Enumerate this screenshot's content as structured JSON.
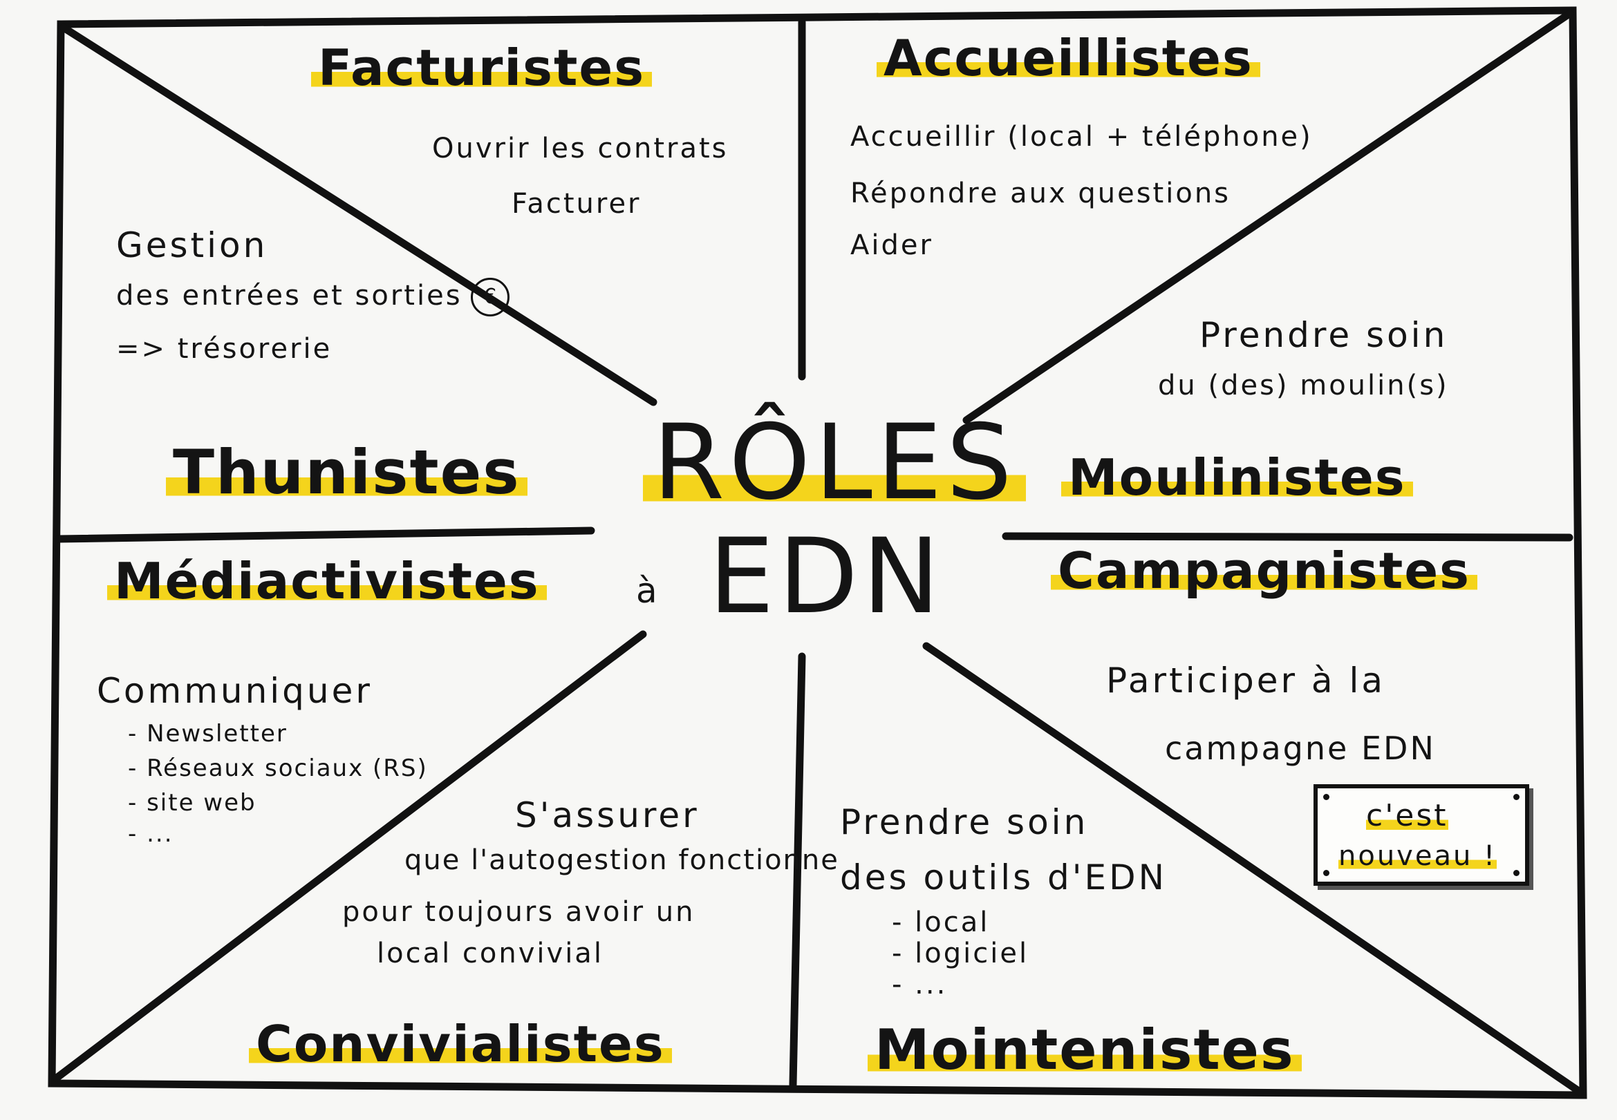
{
  "center": {
    "title": "RÔLES",
    "subtitle": "EDN",
    "preposition": "à"
  },
  "roles": {
    "facturistes": "Facturistes",
    "accueillistes": "Accueillistes",
    "thunistes": "Thunistes",
    "moulinistes": "Moulinistes",
    "mediactivistes": "Médiactivistes",
    "campagnistes": "Campagnistes",
    "convivialistes": "Convivialistes",
    "mointenistes": "Mointenistes"
  },
  "notes": {
    "facturistes": [
      "Ouvrir les contrats",
      "Facturer"
    ],
    "accueillistes": [
      "Accueillir (local + téléphone)",
      "Répondre aux questions",
      "Aider"
    ],
    "thunistes": {
      "line1": "Gestion",
      "line2": "des entrées et sorties",
      "symbol": "€",
      "line3": "=> trésorerie"
    },
    "moulinistes": [
      "Prendre soin",
      "du (des) moulin(s)"
    ],
    "mediactivistes": {
      "heading": "Communiquer",
      "items": [
        "- Newsletter",
        "- Réseaux sociaux (RS)",
        "- site web",
        "- ..."
      ]
    },
    "convivialistes": [
      "S'assurer",
      "que l'autogestion fonctionne",
      "pour toujours avoir un",
      "local convivial"
    ],
    "campagnistes": [
      "Participer à la",
      "campagne EDN"
    ],
    "badge": [
      "c'est",
      "nouveau !"
    ],
    "mointenistes": {
      "line1": "Prendre soin",
      "line2": "des outils d'EDN",
      "items": [
        "- local",
        "- logiciel",
        "- ..."
      ]
    }
  },
  "colors": {
    "highlight": "#f4d41c",
    "ink": "#111111",
    "paper": "#f7f7f5"
  }
}
